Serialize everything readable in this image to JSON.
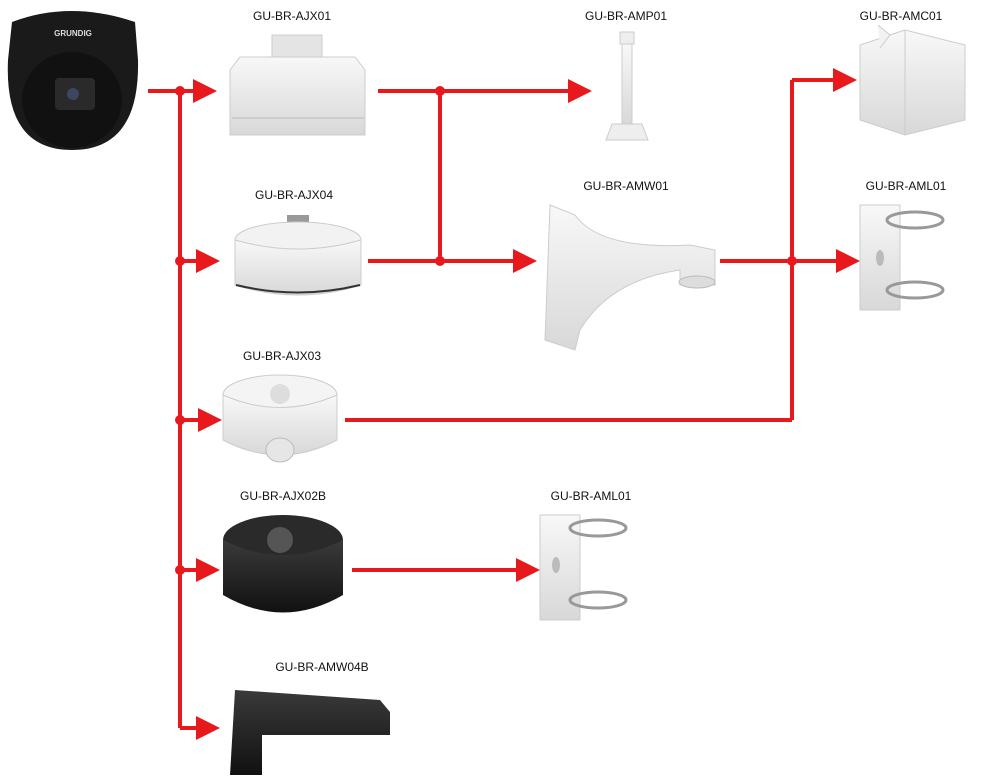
{
  "camera": {
    "brand": "GRUNDIG"
  },
  "products": {
    "ajx01": "GU-BR-AJX01",
    "amp01": "GU-BR-AMP01",
    "amc01": "GU-BR-AMC01",
    "ajx04": "GU-BR-AJX04",
    "amw01": "GU-BR-AMW01",
    "aml01_top": "GU-BR-AML01",
    "ajx03": "GU-BR-AJX03",
    "ajx02b": "GU-BR-AJX02B",
    "aml01_bottom": "GU-BR-AML01",
    "amw04b": "GU-BR-AMW04B"
  },
  "colors": {
    "connector": "#e8191c",
    "black_product": "#1e1e1e",
    "white_product": "#eeeeee"
  }
}
